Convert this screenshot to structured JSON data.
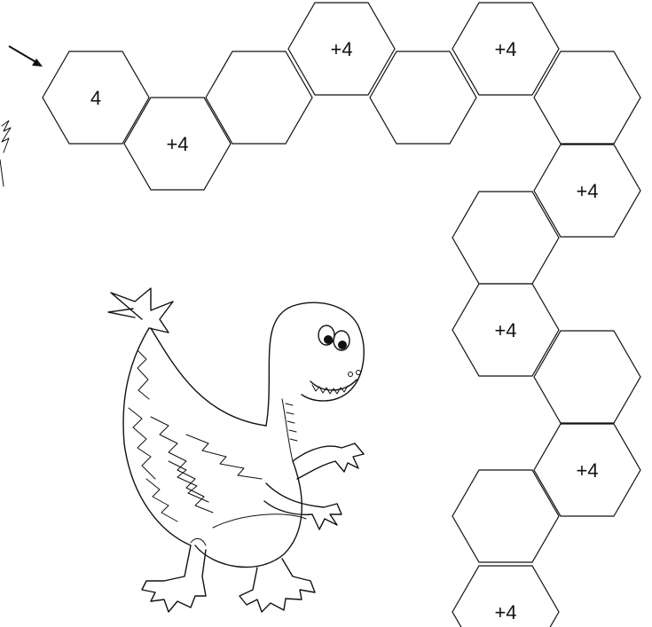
{
  "worksheet": {
    "hexagons": [
      {
        "label": "4"
      },
      {
        "label": "+4"
      },
      {
        "label": ""
      },
      {
        "label": "+4"
      },
      {
        "label": ""
      },
      {
        "label": "+4"
      },
      {
        "label": ""
      },
      {
        "label": "+4"
      },
      {
        "label": ""
      },
      {
        "label": "+4"
      },
      {
        "label": ""
      },
      {
        "label": "+4"
      },
      {
        "label": ""
      },
      {
        "label": "+4"
      }
    ]
  }
}
